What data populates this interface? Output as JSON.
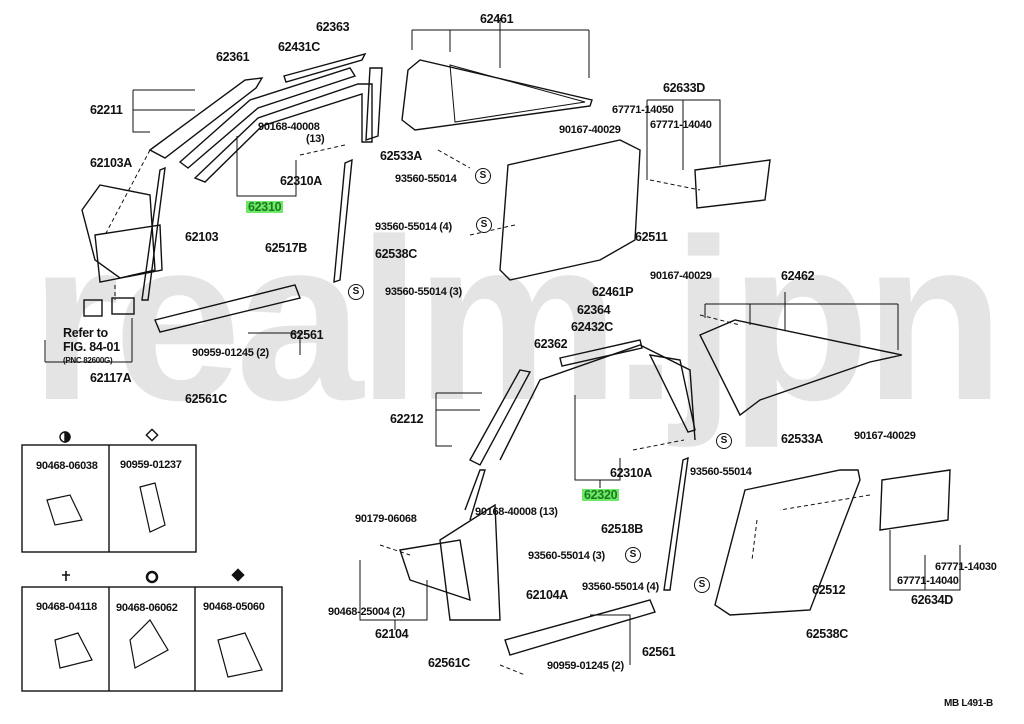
{
  "watermark": "realm.jpn",
  "diagram_id": "MB  L491-B",
  "highlight_color": "#6fe86a",
  "reference_note": {
    "line1": "Refer to",
    "line2": "FIG. 84-01",
    "line3": "(PNC 82600G)"
  },
  "front_left": {
    "labels": [
      "62363",
      "62431C",
      "62361",
      "62211",
      "90168-40008",
      "(13)",
      "62310A",
      "62310",
      "62103A",
      "62103",
      "62517B",
      "93560-55014 (3)",
      "62561",
      "90959-01245 (2)",
      "62561C",
      "62117A"
    ],
    "highlighted": "62310"
  },
  "upper_right": {
    "labels": [
      "62461",
      "90167-40029",
      "62533A",
      "93560-55014",
      "93560-55014 (4)",
      "62538C",
      "62511",
      "62633D",
      "67771-14050",
      "67771-14040"
    ]
  },
  "lower_right": {
    "labels": [
      "62461P",
      "90167-40029",
      "62462",
      "62364",
      "62432C",
      "62362",
      "62212",
      "62310A",
      "62320",
      "90168-40008 (13)",
      "62533A",
      "93560-55014",
      "90167-40029",
      "62518B",
      "93560-55014 (3)",
      "93560-55014 (4)",
      "62512",
      "62538C",
      "67771-14030",
      "67771-14040",
      "62634D",
      "90179-06068",
      "90468-25004 (2)",
      "62104",
      "62104A",
      "62561",
      "62561C",
      "90959-01245 (2)"
    ],
    "highlighted": "62320"
  },
  "clip_legend": [
    {
      "symbol": "half-circle",
      "part": "90468-06038"
    },
    {
      "symbol": "diamond-open",
      "part": "90959-01237"
    },
    {
      "symbol": "cross",
      "part": "90468-04118"
    },
    {
      "symbol": "ring",
      "part": "90468-06062"
    },
    {
      "symbol": "diamond-solid",
      "part": "90468-05060"
    }
  ],
  "screw_symbol": "S"
}
